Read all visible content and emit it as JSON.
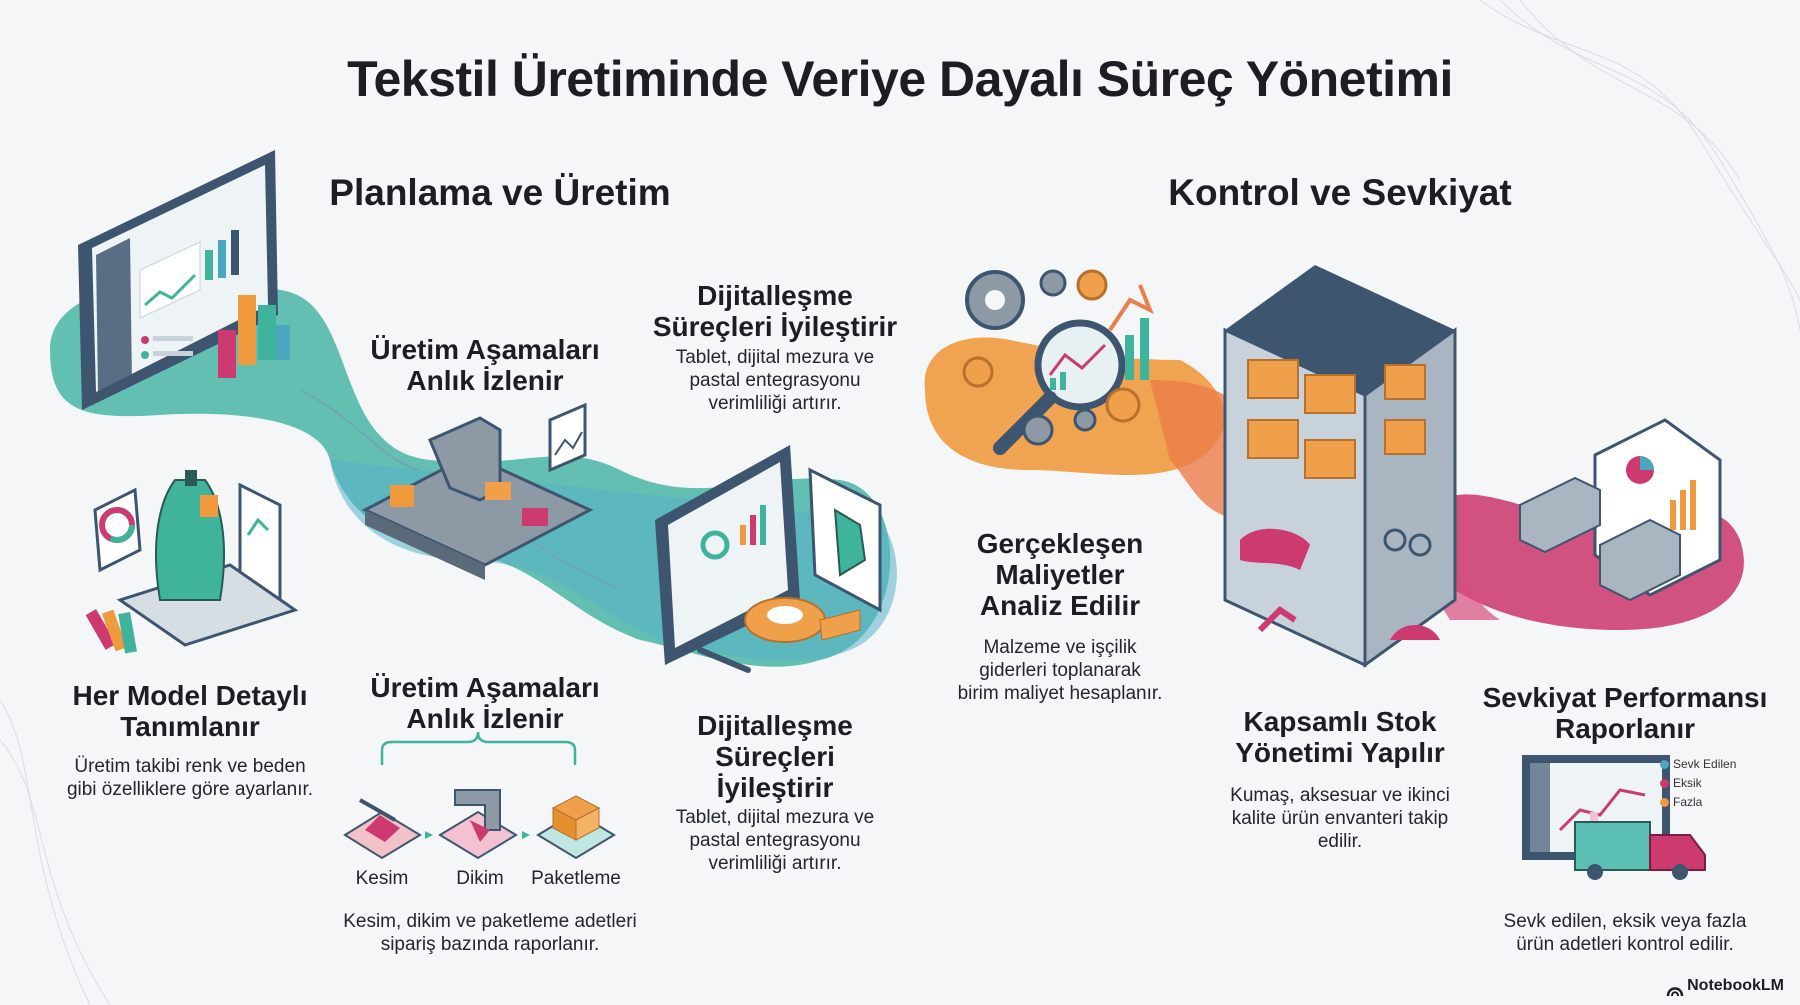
{
  "title": "Tekstil Üretiminde Veriye Dayalı Süreç Yönetimi",
  "sections": {
    "left": "Planlama ve Üretim",
    "right": "Kontrol ve Sevkiyat"
  },
  "steps": {
    "model": {
      "heading": [
        "Her Model Detaylı",
        "Tanımlanır"
      ],
      "body": [
        "Üretim takibi renk ve beden",
        "gibi özelliklere göre ayarlanır."
      ]
    },
    "tracking_top": {
      "heading": [
        "Üretim Aşamaları",
        "Anlık İzlenir"
      ]
    },
    "digital_top": {
      "heading": [
        "Dijitalleşme",
        "Süreçleri İyileştirir"
      ],
      "body": [
        "Tablet, dijital mezura ve",
        "pastal entegrasyonu",
        "verimliliği artırır."
      ]
    },
    "tracking_bottom": {
      "heading": [
        "Üretim Aşamaları",
        "Anlık İzlenir"
      ],
      "stages": [
        "Kesim",
        "Dikim",
        "Paketleme"
      ],
      "body": [
        "Kesim, dikim ve paketleme adetleri",
        "sipariş bazında raporlanır."
      ]
    },
    "digital_bottom": {
      "heading": [
        "Dijitalleşme",
        "Süreçleri",
        "İyileştirir"
      ],
      "body": [
        "Tablet, dijital mezura ve",
        "pastal entegrasyonu",
        "verimliliği artırır."
      ]
    },
    "cost": {
      "heading": [
        "Gerçekleşen",
        "Maliyetler",
        "Analiz Edilir"
      ],
      "body": [
        "Malzeme ve işçilik",
        "giderleri toplanarak",
        "birim maliyet hesaplanır."
      ]
    },
    "stock": {
      "heading": [
        "Kapsamlı Stok",
        "Yönetimi Yapılır"
      ],
      "body": [
        "Kumaş, aksesuar ve ikinci",
        "kalite ürün envanteri takip",
        "edilir."
      ]
    },
    "shipping": {
      "heading": [
        "Sevkiyat Performansı",
        "Raporlanır"
      ],
      "legend": [
        "Sevk Edilen",
        "Eksik",
        "Fazla"
      ],
      "body": [
        "Sevk edilen, eksik veya fazla",
        "ürün adetleri kontrol edilir."
      ]
    }
  },
  "colors": {
    "teal": "#3fb39b",
    "blue_teal": "#4aa7bd",
    "orange": "#ef9a3e",
    "magenta": "#cc3a70",
    "navy": "#3e5570",
    "box": "#f0a04b"
  },
  "brand": "NotebookLM"
}
